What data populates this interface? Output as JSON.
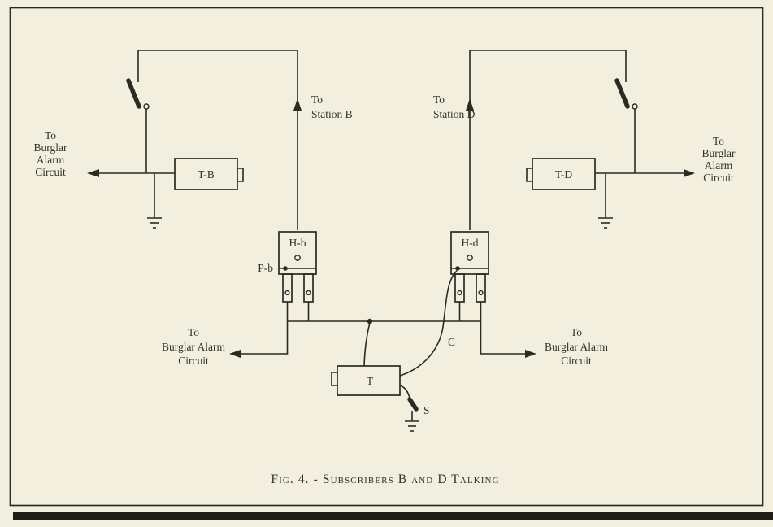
{
  "colors": {
    "paper": "#f3efdf",
    "ink": "#2b2a24",
    "text": "#34322b"
  },
  "figure": {
    "caption": "Fig. 4. - Subscribers B and D Talking"
  },
  "components": {
    "t_b": "T-B",
    "t_d": "T-D",
    "h_b": "H-b",
    "h_d": "H-d",
    "p_b": "P-b",
    "t": "T",
    "c": "C",
    "s": "S"
  },
  "labels": {
    "station_b": [
      "To",
      "Station B"
    ],
    "station_d": [
      "To",
      "Station D"
    ],
    "burglar_top_left": [
      "To",
      "Burglar",
      "Alarm",
      "Circuit"
    ],
    "burglar_top_right": [
      "To",
      "Burglar",
      "Alarm",
      "Circuit"
    ],
    "burglar_mid_left": [
      "To",
      "Burglar Alarm",
      "Circuit"
    ],
    "burglar_mid_right": [
      "To",
      "Burglar Alarm",
      "Circuit"
    ]
  }
}
